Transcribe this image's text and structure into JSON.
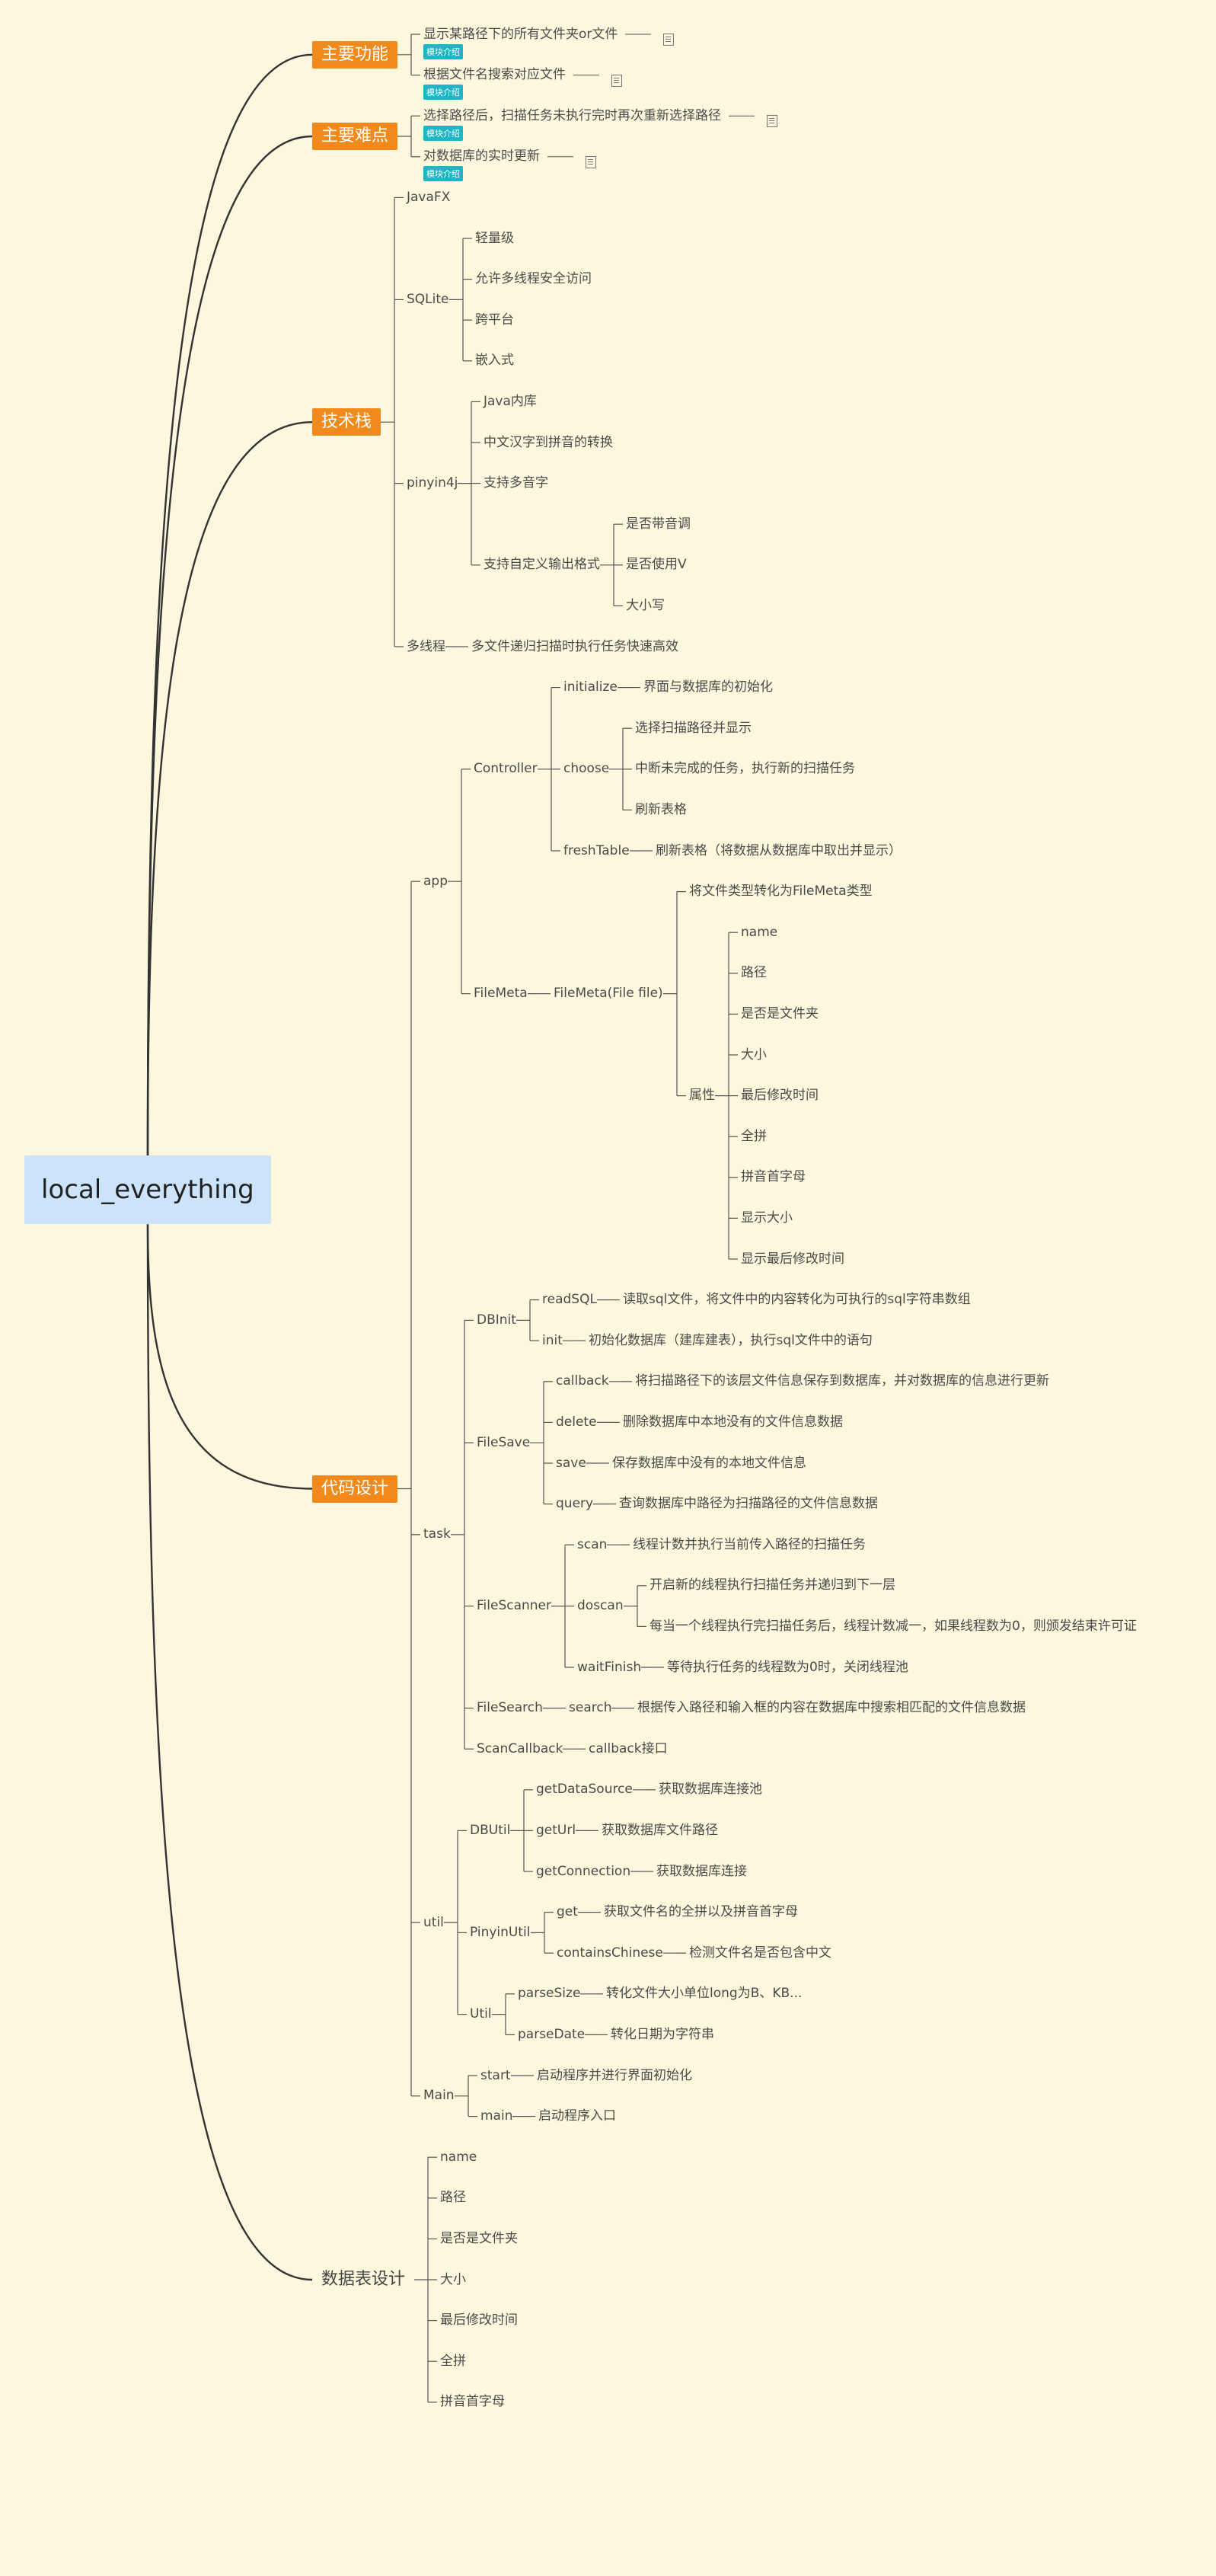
{
  "colors": {
    "background": "#fdf8dd",
    "root_fill": "#cce4fb",
    "main_branch_fill": "#f08a1c",
    "tag_fill": "#1fb4c6",
    "line": "#333333",
    "thin_line": "#555555"
  },
  "root": {
    "label": "local_everything",
    "children": [
      {
        "label": "主要功能",
        "children": [
          {
            "label": "显示某路径下的所有文件夹or文件",
            "tag": "模块介绍",
            "note": true
          },
          {
            "label": "根据文件名搜索对应文件",
            "tag": "模块介绍",
            "note": true
          }
        ]
      },
      {
        "label": "主要难点",
        "children": [
          {
            "label": "选择路径后，扫描任务未执行完时再次重新选择路径",
            "tag": "模块介绍",
            "note": true
          },
          {
            "label": "对数据库的实时更新",
            "tag": "模块介绍",
            "note": true
          }
        ]
      },
      {
        "label": "技术栈",
        "children": [
          {
            "label": "JavaFX"
          },
          {
            "label": "SQLite",
            "children": [
              {
                "label": "轻量级"
              },
              {
                "label": "允许多线程安全访问"
              },
              {
                "label": "跨平台"
              },
              {
                "label": "嵌入式"
              }
            ]
          },
          {
            "label": "pinyin4j",
            "children": [
              {
                "label": "Java内库"
              },
              {
                "label": "中文汉字到拼音的转换"
              },
              {
                "label": "支持多音字"
              },
              {
                "label": "支持自定义输出格式",
                "children": [
                  {
                    "label": "是否带音调"
                  },
                  {
                    "label": "是否使用V"
                  },
                  {
                    "label": "大小写"
                  }
                ]
              }
            ]
          },
          {
            "label": "多线程",
            "children": [
              {
                "label": "多文件递归扫描时执行任务快速高效"
              }
            ]
          }
        ]
      },
      {
        "label": "代码设计",
        "children": [
          {
            "label": "app",
            "children": [
              {
                "label": "Controller",
                "children": [
                  {
                    "label": "initialize",
                    "children": [
                      {
                        "label": "界面与数据库的初始化"
                      }
                    ]
                  },
                  {
                    "label": "choose",
                    "children": [
                      {
                        "label": "选择扫描路径并显示"
                      },
                      {
                        "label": "中断未完成的任务，执行新的扫描任务"
                      },
                      {
                        "label": "刷新表格"
                      }
                    ]
                  },
                  {
                    "label": "freshTable",
                    "children": [
                      {
                        "label": "刷新表格（将数据从数据库中取出并显示）"
                      }
                    ]
                  }
                ]
              },
              {
                "label": "FileMeta",
                "children": [
                  {
                    "label": "FileMeta(File file)",
                    "children": [
                      {
                        "label": "将文件类型转化为FileMeta类型"
                      },
                      {
                        "label": "属性",
                        "children": [
                          {
                            "label": "name"
                          },
                          {
                            "label": "路径"
                          },
                          {
                            "label": "是否是文件夹"
                          },
                          {
                            "label": "大小"
                          },
                          {
                            "label": "最后修改时间"
                          },
                          {
                            "label": "全拼"
                          },
                          {
                            "label": "拼音首字母"
                          },
                          {
                            "label": "显示大小"
                          },
                          {
                            "label": "显示最后修改时间"
                          }
                        ]
                      }
                    ]
                  }
                ]
              }
            ]
          },
          {
            "label": "task",
            "children": [
              {
                "label": "DBInit",
                "children": [
                  {
                    "label": "readSQL",
                    "children": [
                      {
                        "label": "读取sql文件，将文件中的内容转化为可执行的sql字符串数组"
                      }
                    ]
                  },
                  {
                    "label": "init",
                    "children": [
                      {
                        "label": "初始化数据库（建库建表），执行sql文件中的语句"
                      }
                    ]
                  }
                ]
              },
              {
                "label": "FileSave",
                "children": [
                  {
                    "label": "callback",
                    "children": [
                      {
                        "label": "将扫描路径下的该层文件信息保存到数据库，并对数据库的信息进行更新"
                      }
                    ]
                  },
                  {
                    "label": "delete",
                    "children": [
                      {
                        "label": "删除数据库中本地没有的文件信息数据"
                      }
                    ]
                  },
                  {
                    "label": "save",
                    "children": [
                      {
                        "label": "保存数据库中没有的本地文件信息"
                      }
                    ]
                  },
                  {
                    "label": "query",
                    "children": [
                      {
                        "label": "查询数据库中路径为扫描路径的文件信息数据"
                      }
                    ]
                  }
                ]
              },
              {
                "label": "FileScanner",
                "children": [
                  {
                    "label": "scan",
                    "children": [
                      {
                        "label": "线程计数并执行当前传入路径的扫描任务"
                      }
                    ]
                  },
                  {
                    "label": "doscan",
                    "children": [
                      {
                        "label": "开启新的线程执行扫描任务并递归到下一层"
                      },
                      {
                        "label": "每当一个线程执行完扫描任务后，线程计数减一，如果线程数为0，则颁发结束许可证"
                      }
                    ]
                  },
                  {
                    "label": "waitFinish",
                    "children": [
                      {
                        "label": "等待执行任务的线程数为0时，关闭线程池"
                      }
                    ]
                  }
                ]
              },
              {
                "label": "FileSearch",
                "children": [
                  {
                    "label": "search",
                    "children": [
                      {
                        "label": "根据传入路径和输入框的内容在数据库中搜索相匹配的文件信息数据"
                      }
                    ]
                  }
                ]
              },
              {
                "label": "ScanCallback",
                "children": [
                  {
                    "label": "callback接口"
                  }
                ]
              }
            ]
          },
          {
            "label": "util",
            "children": [
              {
                "label": "DBUtil",
                "children": [
                  {
                    "label": "getDataSource",
                    "children": [
                      {
                        "label": "获取数据库连接池"
                      }
                    ]
                  },
                  {
                    "label": "getUrl",
                    "children": [
                      {
                        "label": "获取数据库文件路径"
                      }
                    ]
                  },
                  {
                    "label": "getConnection",
                    "children": [
                      {
                        "label": "获取数据库连接"
                      }
                    ]
                  }
                ]
              },
              {
                "label": "PinyinUtil",
                "children": [
                  {
                    "label": "get",
                    "children": [
                      {
                        "label": "获取文件名的全拼以及拼音首字母"
                      }
                    ]
                  },
                  {
                    "label": "containsChinese",
                    "children": [
                      {
                        "label": "检测文件名是否包含中文"
                      }
                    ]
                  }
                ]
              },
              {
                "label": "Util",
                "children": [
                  {
                    "label": "parseSize",
                    "children": [
                      {
                        "label": "转化文件大小单位long为B、KB..."
                      }
                    ]
                  },
                  {
                    "label": "parseDate",
                    "children": [
                      {
                        "label": "转化日期为字符串"
                      }
                    ]
                  }
                ]
              }
            ]
          },
          {
            "label": "Main",
            "children": [
              {
                "label": "start",
                "children": [
                  {
                    "label": "启动程序并进行界面初始化"
                  }
                ]
              },
              {
                "label": "main",
                "children": [
                  {
                    "label": "启动程序入口"
                  }
                ]
              }
            ]
          }
        ]
      },
      {
        "label": "数据表设计",
        "children": [
          {
            "label": "name"
          },
          {
            "label": "路径"
          },
          {
            "label": "是否是文件夹"
          },
          {
            "label": "大小"
          },
          {
            "label": "最后修改时间"
          },
          {
            "label": "全拼"
          },
          {
            "label": "拼音首字母"
          }
        ]
      }
    ]
  }
}
